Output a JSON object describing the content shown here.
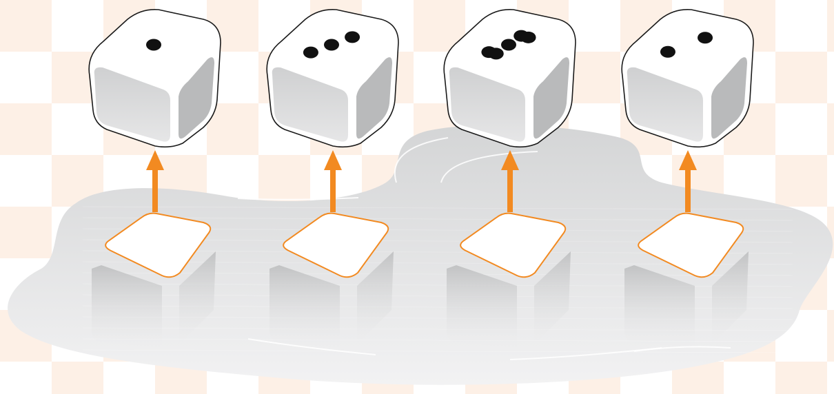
{
  "scene": {
    "colors": {
      "checker_light": "#fdf0e6",
      "checker_white": "#ffffff",
      "puddle_top": "#d9dadb",
      "puddle_bottom": "#f4f4f5",
      "die_face": "#ffffff",
      "die_side": "#d6d7d8",
      "die_side_dark": "#b9babb",
      "pip": "#111111",
      "arrow": "#f28a21",
      "tile_stroke": "#f28a21",
      "outline": "#1a1a1a"
    },
    "dice": [
      {
        "label": "die-1",
        "pips": 1,
        "icon": "die-face-one-icon"
      },
      {
        "label": "die-2",
        "pips": 3,
        "icon": "die-face-three-icon"
      },
      {
        "label": "die-3",
        "pips": 5,
        "icon": "die-face-five-icon"
      },
      {
        "label": "die-4",
        "pips": 2,
        "icon": "die-face-two-icon"
      }
    ],
    "arrow_direction": "up",
    "tile_icon": "blank-tile-icon",
    "arrow_icon": "up-arrow-icon"
  }
}
